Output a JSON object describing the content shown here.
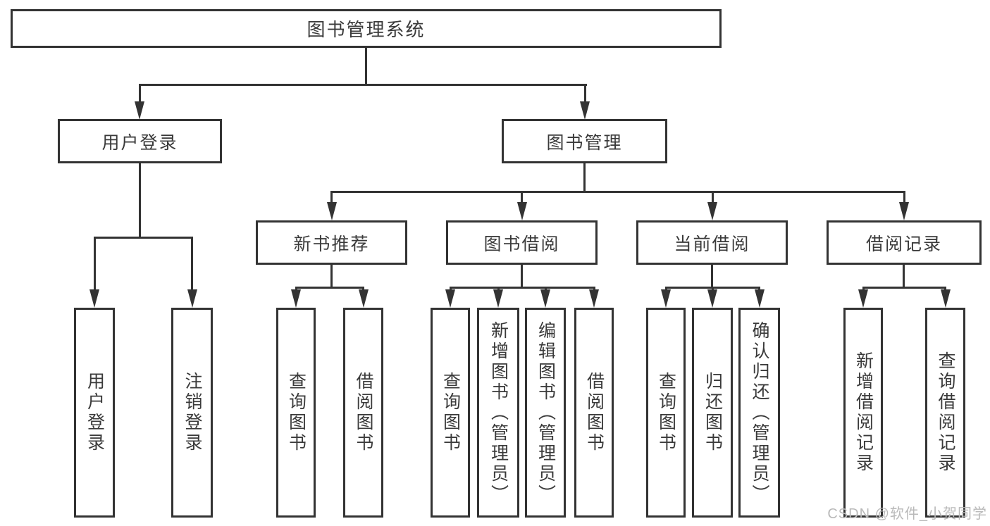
{
  "diagram": {
    "watermark": "CSDN @软件_小贺同学",
    "line_color": "#333333",
    "text_color": "#3a3a3a",
    "watermark_color": "#b9b9b9",
    "background_color": "#ffffff"
  },
  "tree": {
    "root": {
      "label": "图书管理系统"
    },
    "branches": [
      {
        "label": "用户登录",
        "children": [
          {
            "label": "用户登录"
          },
          {
            "label": "注销登录"
          }
        ]
      },
      {
        "label": "图书管理",
        "children": [
          {
            "label": "新书推荐",
            "children": [
              {
                "label": "查询图书"
              },
              {
                "label": "借阅图书"
              }
            ]
          },
          {
            "label": "图书借阅",
            "children": [
              {
                "label": "查询图书"
              },
              {
                "label": "新增图书（管理员）"
              },
              {
                "label": "编辑图书（管理员）"
              },
              {
                "label": "借阅图书"
              }
            ]
          },
          {
            "label": "当前借阅",
            "children": [
              {
                "label": "查询图书"
              },
              {
                "label": "归还图书"
              },
              {
                "label": "确认归还（管理员）"
              }
            ]
          },
          {
            "label": "借阅记录",
            "children": [
              {
                "label": "新增借阅记录"
              },
              {
                "label": "查询借阅记录"
              }
            ]
          }
        ]
      }
    ]
  }
}
